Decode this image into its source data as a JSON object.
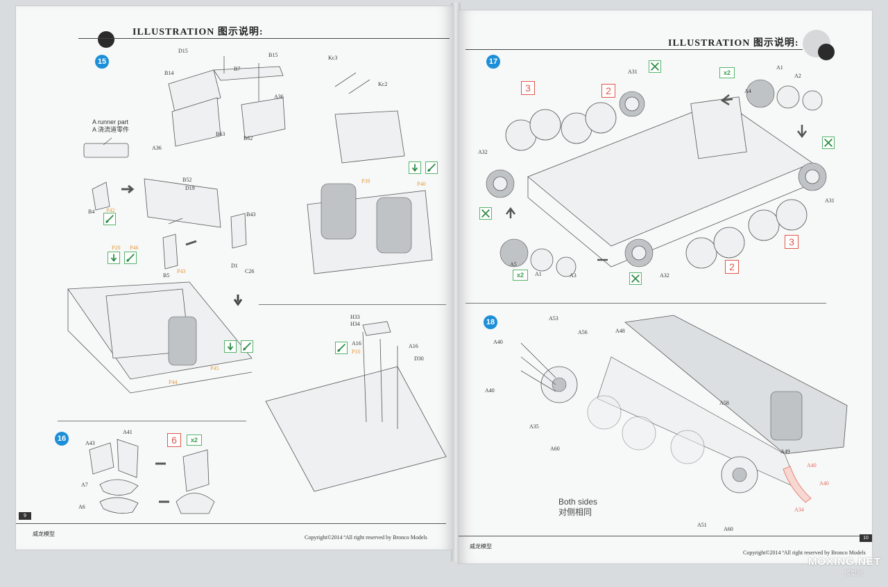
{
  "header": {
    "title_left": "ILLUSTRATION 图示说明:",
    "title_right": "ILLUSTRATION 图示说明:"
  },
  "steps": {
    "s15": "15",
    "s16": "16",
    "s17": "17",
    "s18": "18"
  },
  "step15": {
    "runner_caption": [
      "A runner part",
      "A 浇流道零件"
    ],
    "parts_black": [
      "D15",
      "B15",
      "B14",
      "B7",
      "A36",
      "B63",
      "B62",
      "A36",
      "B52",
      "D19",
      "B4",
      "B43",
      "B5",
      "D1",
      "C26",
      "Kc3",
      "Kc2",
      "H33",
      "H34",
      "A16",
      "A16",
      "D30"
    ],
    "parts_orange": [
      "P42",
      "P20",
      "P46",
      "P43",
      "P45",
      "P44",
      "P39",
      "P40",
      "P10"
    ]
  },
  "step16": {
    "parts": [
      "A43",
      "A41",
      "A7",
      "A6"
    ],
    "count_box": "6",
    "multiplier": "x2"
  },
  "step17": {
    "parts": [
      "A31",
      "A1",
      "A2",
      "A4",
      "A32",
      "A31",
      "A5",
      "A1",
      "A3",
      "A32"
    ],
    "boxes": [
      "3",
      "2",
      "3",
      "2"
    ],
    "multipliers": [
      "x2",
      "x2"
    ]
  },
  "step18": {
    "parts_black": [
      "A40",
      "A40",
      "A53",
      "A56",
      "A48",
      "A35",
      "A60",
      "A58",
      "A49",
      "A51",
      "A60"
    ],
    "parts_red": [
      "A40",
      "A40",
      "A34"
    ],
    "both_sides": [
      "Both sides",
      "对侧相同"
    ]
  },
  "footer": {
    "brand_left": "威龙模型",
    "copyright_left": "Copyright©2014  ªAll right reserved by Bronco Models",
    "page_left": "9",
    "brand_right": "威龙模型",
    "copyright_right": "Copyright©2014  ªAll right reserved by Bronco Models",
    "page_right": "10"
  },
  "watermark": {
    "main": "MOXING.NET",
    "sub": "模型网"
  },
  "colors": {
    "step_badge": "#1d8fd8",
    "box_red": "#e0554a",
    "tool_green": "#55b36a",
    "part_orange": "#e39a3b"
  }
}
